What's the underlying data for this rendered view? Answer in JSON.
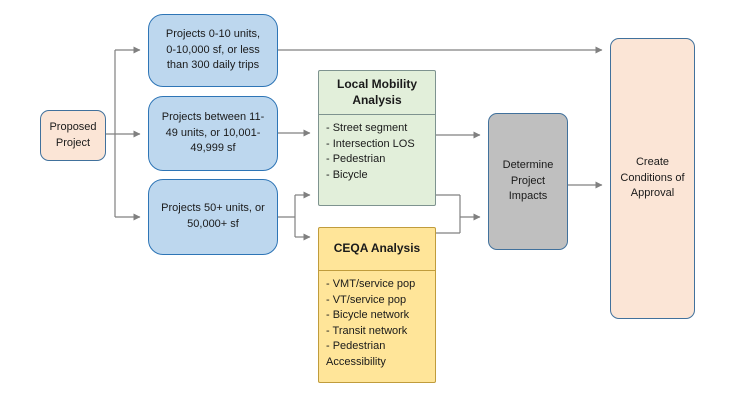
{
  "diagram": {
    "nodes": {
      "proposed": {
        "label": "Proposed Project"
      },
      "tier1": {
        "label": "Projects 0-10 units, 0-10,000 sf, or less than 300 daily trips"
      },
      "tier2": {
        "label": "Projects between 11-49 units, or 10,001-49,999 sf"
      },
      "tier3": {
        "label": "Projects 50+ units, or 50,000+ sf"
      },
      "local_mobility": {
        "title": "Local Mobility Analysis",
        "items": [
          "- Street segment",
          "- Intersection LOS",
          "- Pedestrian",
          "- Bicycle"
        ]
      },
      "ceqa": {
        "title": "CEQA Analysis",
        "items": [
          "- VMT/service pop",
          "- VT/service pop",
          "- Bicycle network",
          "- Transit network",
          "- Pedestrian Accessibility"
        ]
      },
      "determine": {
        "label": "Determine Project Impacts"
      },
      "create": {
        "label": "Create Conditions of Approval"
      }
    },
    "colors": {
      "tier_fill": "#BDD7EE",
      "tier_stroke": "#2E75B6",
      "peach_fill": "#FBE5D6",
      "peach_stroke": "#41719C",
      "green_fill": "#E2EFDA",
      "green_stroke": "#7E938F",
      "yellow_fill": "#FFE599",
      "yellow_stroke": "#C09C3C",
      "gray_fill": "#BFBFBF",
      "gray_stroke": "#41719C",
      "connector": "#808080",
      "background": "#FFFFFF"
    }
  }
}
